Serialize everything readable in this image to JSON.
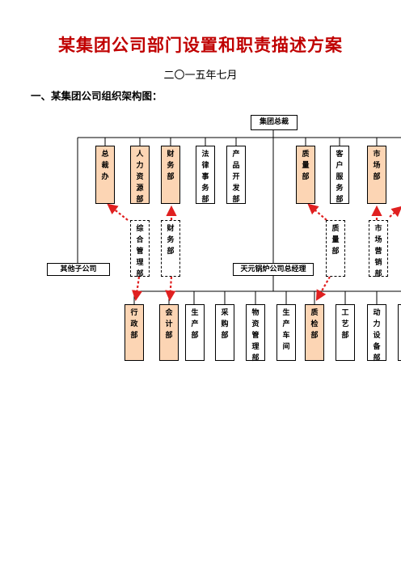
{
  "doc": {
    "title": "某集团公司部门设置和职责描述方案",
    "date": "二〇一五年七月",
    "section": "一、某集团公司组织架构图："
  },
  "chart": {
    "head": "集团总裁",
    "top_depts": [
      "总裁办",
      "人力资源部",
      "财务部",
      "法律事务部",
      "产品开发部",
      "质量部",
      "客户服务部",
      "市场部"
    ],
    "middle_dashed": [
      "综合管理部",
      "财务部",
      "质量部",
      "市场营销部"
    ],
    "subsidiary": "其他子公司",
    "factory_gm": "天元锅炉公司总经理",
    "bottom_depts": [
      "行政部",
      "会计部",
      "生产部",
      "采购部",
      "物资管理部",
      "生产车间",
      "质检部",
      "工艺部",
      "动力设备部"
    ],
    "colors": {
      "highlight": "#fcd5b4",
      "arrow": "#e02020"
    }
  }
}
